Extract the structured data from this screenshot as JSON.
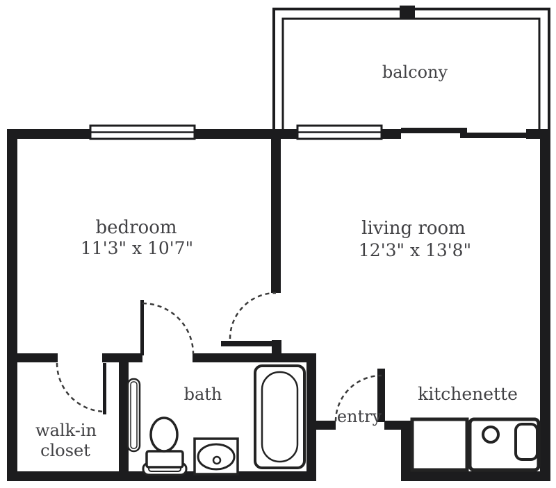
{
  "colors": {
    "background": "#ffffff",
    "wall": "#1c1c1e",
    "arc": "#3a3a3a",
    "fixture": "#232323",
    "label": "#414144"
  },
  "rooms": {
    "balcony": {
      "label": "balcony"
    },
    "bedroom": {
      "label": "bedroom",
      "dims": "11'3\" x 10'7\""
    },
    "living_room": {
      "label": "living room",
      "dims": "12'3\" x 13'8\""
    },
    "walk_in_closet": {
      "line1": "walk-in",
      "line2": "closet"
    },
    "bath": {
      "label": "bath"
    },
    "entry": {
      "label": "entry"
    },
    "kitchenette": {
      "label": "kitchenette"
    }
  },
  "fixtures": [
    "bathtub",
    "toilet",
    "sink-vanity",
    "bath-panel",
    "range",
    "kitchen-counter-sink",
    "bedroom-window",
    "living-room-window",
    "balcony-sliding-door",
    "closet-door",
    "bath-door",
    "living-room-door",
    "entry-door"
  ]
}
